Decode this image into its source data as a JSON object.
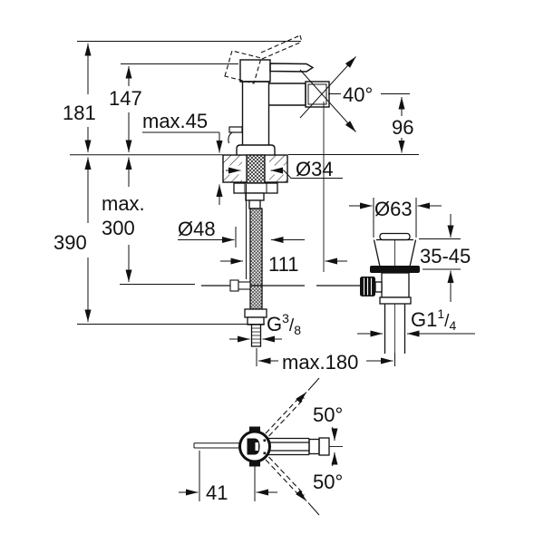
{
  "drawing": {
    "type": "faucet-installation-dimension-drawing",
    "ink_color": "#111111",
    "background": "#ffffff",
    "labels": {
      "overall_height": "181",
      "spout_height": "147",
      "deck_thickness_max": "max.45",
      "overall_depth": "390",
      "hose_length_max_1": "max.",
      "hose_length_max_2": "300",
      "hole_diameter": "Ø34",
      "base_diameter": "Ø48",
      "spout_reach": "111",
      "spray_angle": "40°",
      "outlet_height": "96",
      "waste_flange_diameter": "Ø63",
      "waste_deck_range": "35-45",
      "hose_thread_g": "G",
      "hose_thread_num": "3",
      "hose_thread_slash": "/",
      "hose_thread_den": "8",
      "waste_thread_g": "G1",
      "waste_thread_num": "1",
      "waste_thread_slash": "/",
      "waste_thread_den": "4",
      "reach_max": "max.180",
      "swivel_angle_up": "50°",
      "swivel_angle_down": "50°",
      "rod_offset": "41"
    }
  }
}
